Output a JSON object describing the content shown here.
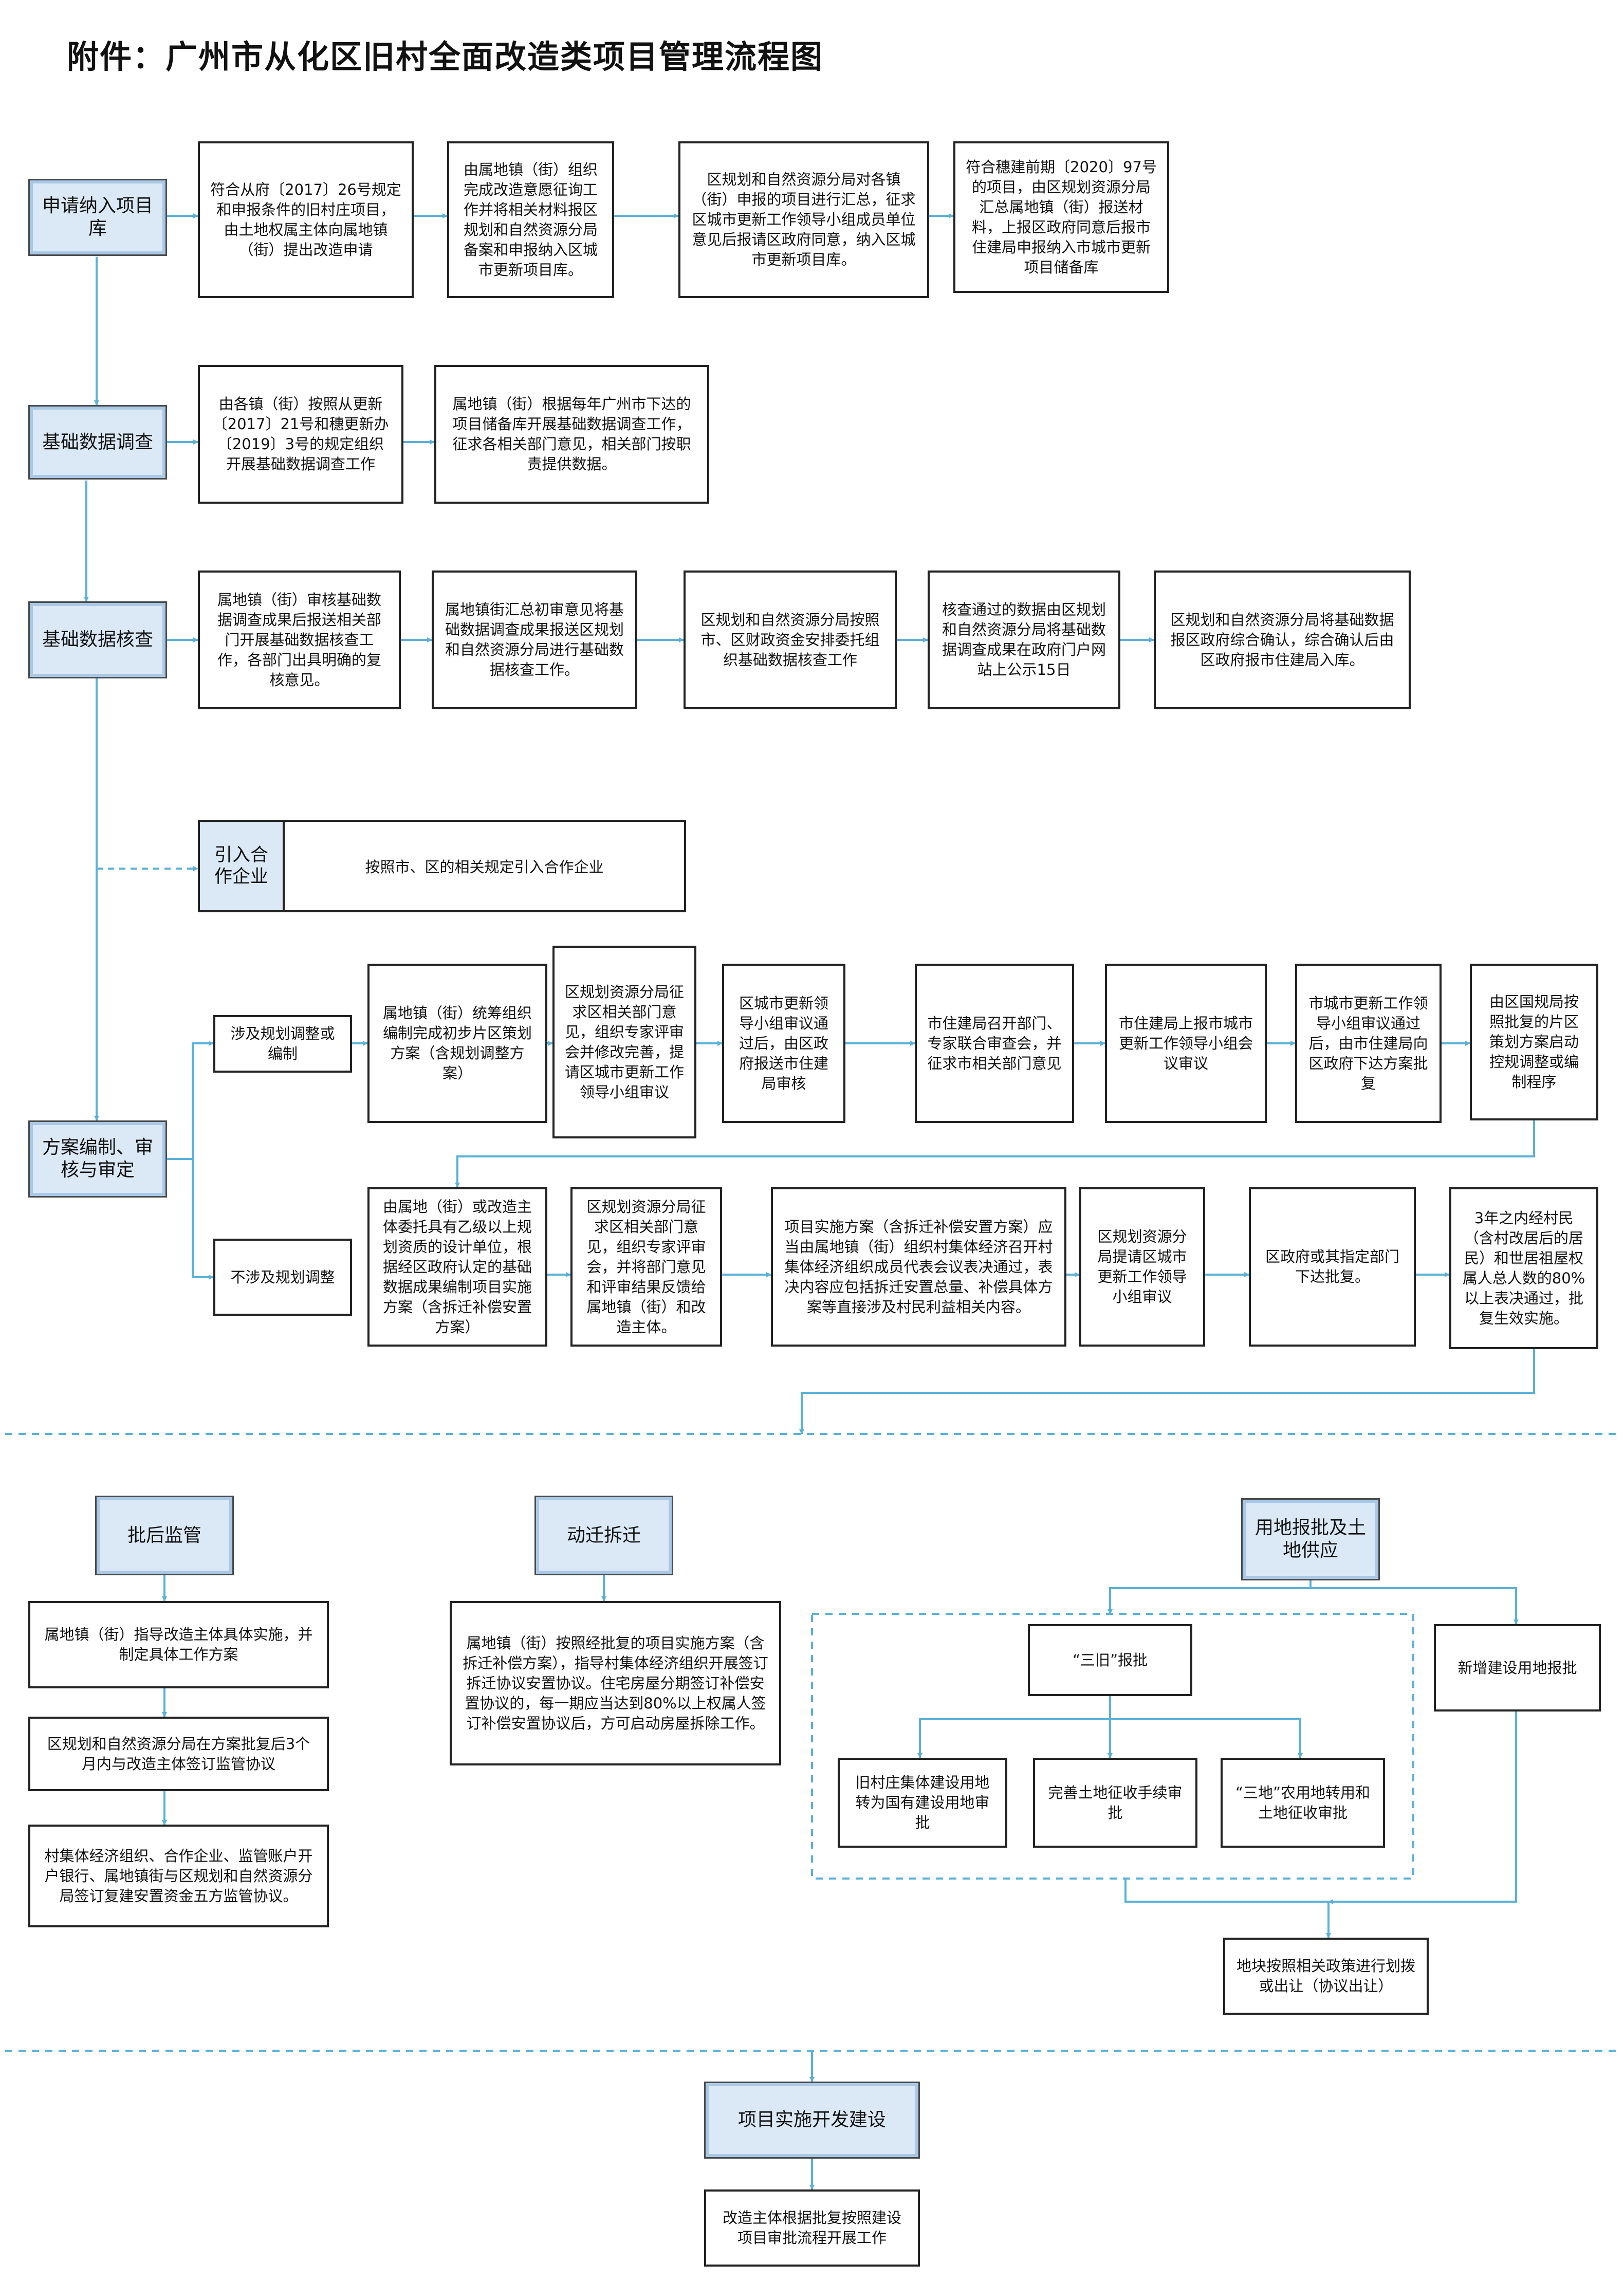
{
  "title": "附件：广州市从化区旧村全面改造类项目管理流程图",
  "stages": {
    "s1": "申请纳入项目库",
    "s2": "基础数据调查",
    "s3": "基础数据核查",
    "s5": "方案编制、审核与审定",
    "s6": "批后监管",
    "s7": "动迁拆迁",
    "s8": "用地报批及土地供应",
    "s9": "项目实施开发建设"
  },
  "row1": [
    "符合从府〔2017〕26号规定和申报条件的旧村庄项目，由土地权属主体向属地镇（街）提出改造申请",
    "由属地镇（街）组织完成改造意愿征询工作并将相关材料报区规划和自然资源分局备案和申报纳入区城市更新项目库。",
    "区规划和自然资源分局对各镇（街）申报的项目进行汇总，征求区城市更新工作领导小组成员单位意见后报请区政府同意，纳入区城市更新项目库。",
    "符合穗建前期〔2020〕97号的项目，由区规划资源分局汇总属地镇（街）报送材料，上报区政府同意后报市住建局申报纳入市城市更新项目储备库"
  ],
  "row2": [
    "由各镇（街）按照从更新〔2017〕21号和穗更新办〔2019〕3号的规定组织开展基础数据调查工作",
    "属地镇（街）根据每年广州市下达的项目储备库开展基础数据调查工作，征求各相关部门意见，相关部门按职责提供数据。"
  ],
  "row3": [
    "属地镇（街）审核基础数据调查成果后报送相关部门开展基础数据核查工作，各部门出具明确的复核意见。",
    "属地镇街汇总初审意见将基础数据调查成果报送区规划和自然资源分局进行基础数据核查工作。",
    "区规划和自然资源分局按照市、区财政资金安排委托组织基础数据核查工作",
    "核查通过的数据由区规划和自然资源分局将基础数据调查成果在政府门户网站上公示15日",
    "区规划和自然资源分局将基础数据报区政府综合确认，综合确认后由区政府报市住建局入库。"
  ],
  "intro": {
    "label": "引入合作企业",
    "text": "按照市、区的相关规定引入合作企业"
  },
  "branch_a": "涉及规划调整或编制",
  "branch_b": "不涉及规划调整",
  "row5a": [
    "属地镇（街）统筹组织编制完成初步片区策划方案（含规划调整方案）",
    "区规划资源分局征求区相关部门意见，组织专家评审会并修改完善，提请区城市更新工作领导小组审议",
    "区城市更新领导小组审议通过后，由区政府报送市住建局审核",
    "市住建局召开部门、专家联合审查会，并征求市相关部门意见",
    "市住建局上报市城市更新工作领导小组会议审议",
    "市城市更新工作领导小组审议通过后，由市住建局向区政府下达方案批复",
    "由区国规局按照批复的片区策划方案启动控规调整或编制程序"
  ],
  "row5b": [
    "由属地（街）或改造主体委托具有乙级以上规划资质的设计单位，根据经区政府认定的基础数据成果编制项目实施方案（含拆迁补偿安置方案）",
    "区规划资源分局征求区相关部门意见，组织专家评审会，并将部门意见和评审结果反馈给属地镇（街）和改造主体。",
    "项目实施方案（含拆迁补偿安置方案）应当由属地镇（街）组织村集体经济召开村集体经济组织成员代表会议表决通过，表决内容应包括拆迁安置总量、补偿具体方案等直接涉及村民利益相关内容。",
    "区规划资源分局提请区城市更新工作领导小组审议",
    "区政府或其指定部门下达批复。",
    "3年之内经村民（含村改居后的居民）和世居祖屋权属人总人数的80%以上表决通过，批复生效实施。"
  ],
  "supervise": [
    "属地镇（街）指导改造主体具体实施，并制定具体工作方案",
    "区规划和自然资源分局在方案批复后3个月内与改造主体签订监管协议",
    "村集体经济组织、合作企业、监管账户开户银行、属地镇街与区规划和自然资源分局签订复建安置资金五方监管协议。"
  ],
  "relocate": "属地镇（街）按照经批复的项目实施方案（含拆迁补偿方案），指导村集体经济组织开展签订拆迁协议安置协议。住宅房屋分期签订补偿安置协议的，每一期应当达到80%以上权属人签订补偿安置协议后，方可启动房屋拆除工作。",
  "land": {
    "sanjiu": "“三旧”报批",
    "newland": "新增建设用地报批",
    "sub": [
      "旧村庄集体建设用地转为国有建设用地审批",
      "完善土地征收手续审批",
      "“三地”农用地转用和土地征收审批"
    ],
    "final": "地块按照相关政策进行划拨或出让（协议出让）"
  },
  "final": "改造主体根据批复按照建设项目审批流程开展工作"
}
